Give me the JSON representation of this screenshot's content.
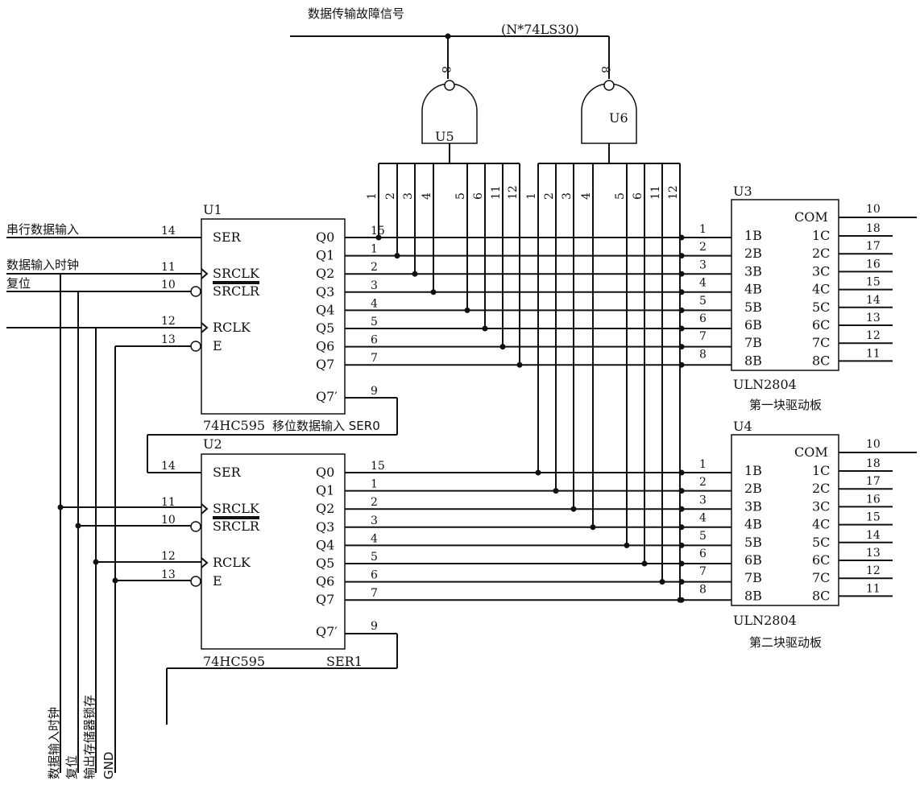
{
  "title": "数据传输故障信号",
  "gate_part": "(N*74LS30)",
  "gates": [
    {
      "ref": "U5",
      "out_pin": "8",
      "in_pins": [
        "1",
        "2",
        "3",
        "4",
        "5",
        "6",
        "11",
        "12"
      ]
    },
    {
      "ref": "U6",
      "out_pin": "8",
      "in_pins": [
        "1",
        "2",
        "3",
        "4",
        "5",
        "6",
        "11",
        "12"
      ]
    }
  ],
  "inputs": {
    "serial_in": "串行数据输入",
    "data_clock": "数据输入时钟",
    "reset": "复位"
  },
  "registers": [
    {
      "ref": "U1",
      "part": "74HC595",
      "cascade_label": "移位数据输入 SER0",
      "left_pins": [
        {
          "num": "14",
          "name": "SER"
        },
        {
          "num": "11",
          "name": "SRCLK"
        },
        {
          "num": "10",
          "name": "SRCLR"
        },
        {
          "num": "12",
          "name": "RCLK"
        },
        {
          "num": "13",
          "name": "E"
        }
      ],
      "outputs": [
        "Q0",
        "Q1",
        "Q2",
        "Q3",
        "Q4",
        "Q5",
        "Q6",
        "Q7"
      ],
      "out_pins": [
        "15",
        "1",
        "2",
        "3",
        "4",
        "5",
        "6",
        "7"
      ],
      "q7s_name": "Q7′",
      "q7s_pin": "9"
    },
    {
      "ref": "U2",
      "part": "74HC595",
      "cascade_label": "SER1",
      "left_pins": [
        {
          "num": "14",
          "name": "SER"
        },
        {
          "num": "11",
          "name": "SRCLK"
        },
        {
          "num": "10",
          "name": "SRCLR"
        },
        {
          "num": "12",
          "name": "RCLK"
        },
        {
          "num": "13",
          "name": "E"
        }
      ],
      "outputs": [
        "Q0",
        "Q1",
        "Q2",
        "Q3",
        "Q4",
        "Q5",
        "Q6",
        "Q7"
      ],
      "out_pins": [
        "15",
        "1",
        "2",
        "3",
        "4",
        "5",
        "6",
        "7"
      ],
      "q7s_name": "Q7′",
      "q7s_pin": "9"
    }
  ],
  "drivers": [
    {
      "ref": "U3",
      "part": "ULN2804",
      "board": "第一块驱动板",
      "com_name": "COM",
      "com_pin": "10",
      "in_pins": [
        "1",
        "2",
        "3",
        "4",
        "5",
        "6",
        "7",
        "8"
      ],
      "in_names": [
        "1B",
        "2B",
        "3B",
        "4B",
        "5B",
        "6B",
        "7B",
        "8B"
      ],
      "out_names": [
        "1C",
        "2C",
        "3C",
        "4C",
        "5C",
        "6C",
        "7C",
        "8C"
      ],
      "out_pins": [
        "18",
        "17",
        "16",
        "15",
        "14",
        "13",
        "12",
        "11"
      ]
    },
    {
      "ref": "U4",
      "part": "ULN2804",
      "board": "第二块驱动板",
      "com_name": "COM",
      "com_pin": "10",
      "in_pins": [
        "1",
        "2",
        "3",
        "4",
        "5",
        "6",
        "7",
        "8"
      ],
      "in_names": [
        "1B",
        "2B",
        "3B",
        "4B",
        "5B",
        "6B",
        "7B",
        "8B"
      ],
      "out_names": [
        "1C",
        "2C",
        "3C",
        "4C",
        "5C",
        "6C",
        "7C",
        "8C"
      ],
      "out_pins": [
        "18",
        "17",
        "16",
        "15",
        "14",
        "13",
        "12",
        "11"
      ]
    }
  ],
  "bottom_labels": [
    "数据输入时钟",
    "复位",
    "输出存储器锁存",
    "GND"
  ]
}
